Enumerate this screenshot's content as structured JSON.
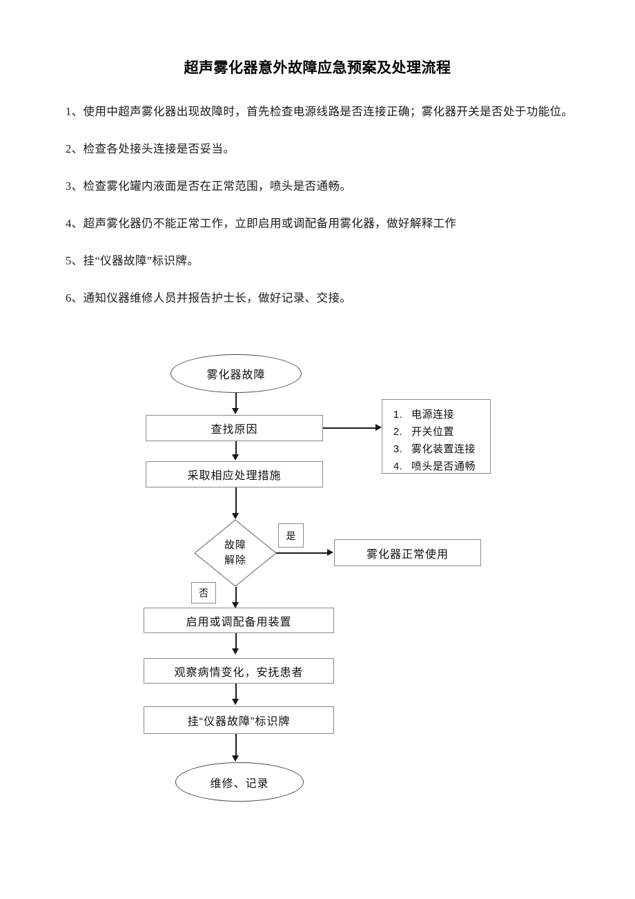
{
  "document": {
    "title": "超声雾化器意外故障应急预案及处理流程",
    "paragraphs": [
      "1、使用中超声雾化器出现故障时，首先检查电源线路是否连接正确；雾化器开关是否处于功能位。",
      "2、检查各处接头连接是否妥当。",
      "3、检查雾化罐内液面是否在正常范围，喷头是否通畅。",
      "4、超声雾化器仍不能正常工作，立即启用或调配备用雾化器，做好解释工作",
      "5、挂“仪器故障”标识牌。",
      "6、通知仪器维修人员并报告护士长，做好记录、交接。"
    ]
  },
  "flowchart": {
    "start_node": "雾化器故障",
    "find_cause": "查找原因",
    "checklist": {
      "items": [
        "电源连接",
        "开关位置",
        "雾化装置连接",
        "喷头是否通畅"
      ]
    },
    "take_measures": "采取相应处理措施",
    "decision": {
      "line1": "故障",
      "line2": "解除",
      "yes_label": "是",
      "no_label": "否"
    },
    "normal_use": "雾化器正常使用",
    "use_backup": "启用或调配备用装置",
    "observe_patient": "观察病情变化，安抚患者",
    "hang_sign": "挂“仪器故障”标识牌",
    "end_node": "维修、记录"
  },
  "colors": {
    "text": "#1a1a1a",
    "shape_border": "#8a8a8a",
    "connector": "#1a1a1a",
    "background": "#ffffff"
  }
}
